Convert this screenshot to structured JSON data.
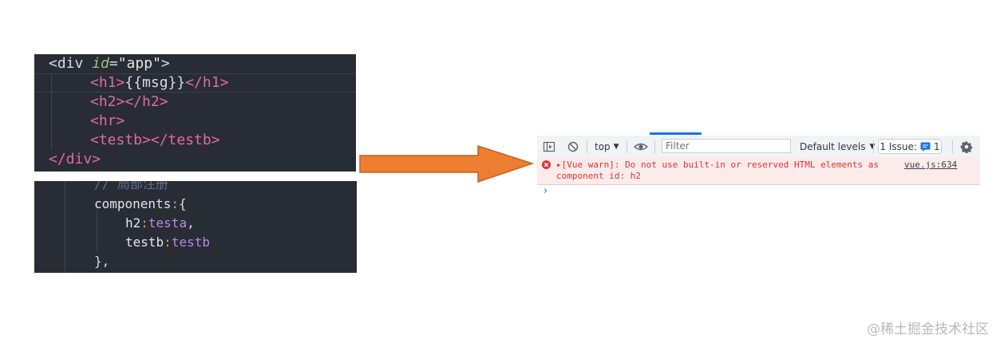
{
  "code_block_1": {
    "lines": [
      {
        "tag_open": "<div ",
        "attr": "id",
        "eq": "=",
        "str": "\"app\"",
        "tag_close": ">"
      },
      {
        "t1": "<h1>",
        "text": "{{msg}}",
        "t2": "</h1>"
      },
      {
        "t1": "<h2></h2>"
      },
      {
        "t1": "<hr>"
      },
      {
        "t1": "<testb></testb>"
      },
      {
        "t1": "</div>"
      }
    ]
  },
  "code_block_2": {
    "comment": "// 局部注册",
    "components_key": "components",
    "colon": ":",
    "open_brace": "{",
    "entry1_key": "h2",
    "entry1_val": "testa",
    "entry1_comma": ",",
    "entry2_key": "testb",
    "entry2_val": "testb",
    "close_brace": "},"
  },
  "arrow_color": "#ed7d31",
  "devtools": {
    "context": "top",
    "filter_placeholder": "Filter",
    "levels_label": "Default levels",
    "issues_label": "1 Issue:",
    "issues_count": "1",
    "warning_text": "▸[Vue warn]: Do not use built-in or reserved HTML elements as component id: h2",
    "warning_source": "vue.js:634",
    "prompt_symbol": "›"
  },
  "watermark": "@稀土掘金技术社区"
}
